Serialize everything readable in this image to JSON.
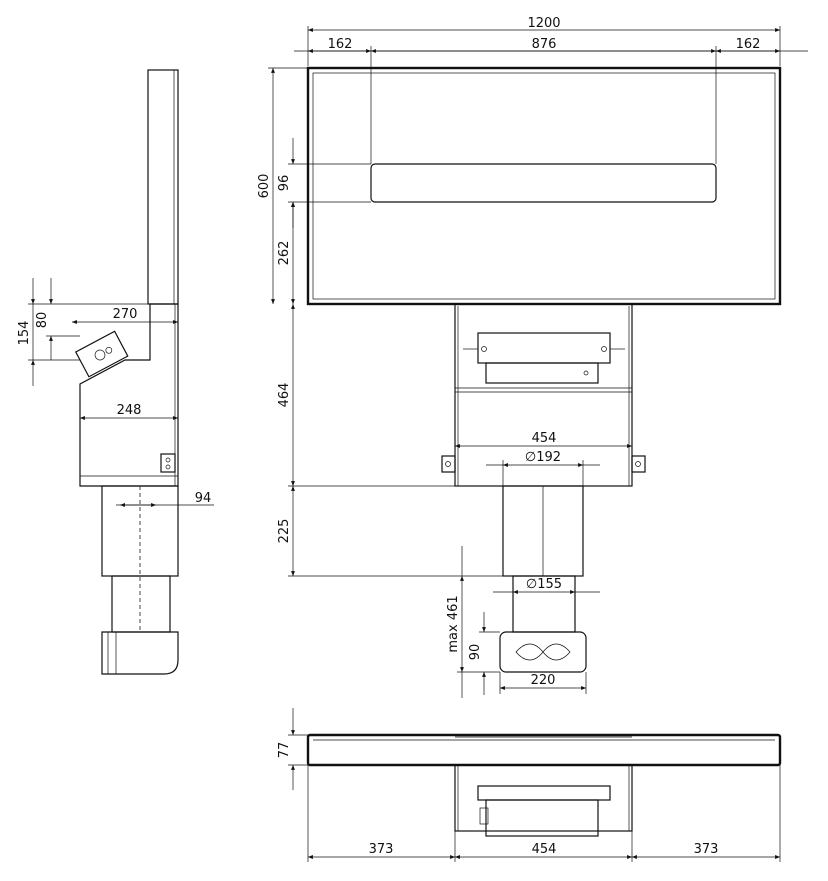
{
  "dimensions": {
    "overall_width": "1200",
    "left_offset": "162",
    "center_width": "876",
    "right_offset": "162",
    "height_600": "600",
    "height_96": "96",
    "height_262": "262",
    "body_464": "464",
    "body_width_454": "454",
    "outlet_192": "∅192",
    "duct_225": "225",
    "outlet_155": "∅155",
    "max_461": "max 461",
    "flat_90": "90",
    "flat_220": "220",
    "side_154": "154",
    "side_80": "80",
    "side_270": "270",
    "side_248": "248",
    "side_94": "94",
    "top_77": "77",
    "bottom_373_left": "373",
    "bottom_454": "454",
    "bottom_373_right": "373"
  }
}
